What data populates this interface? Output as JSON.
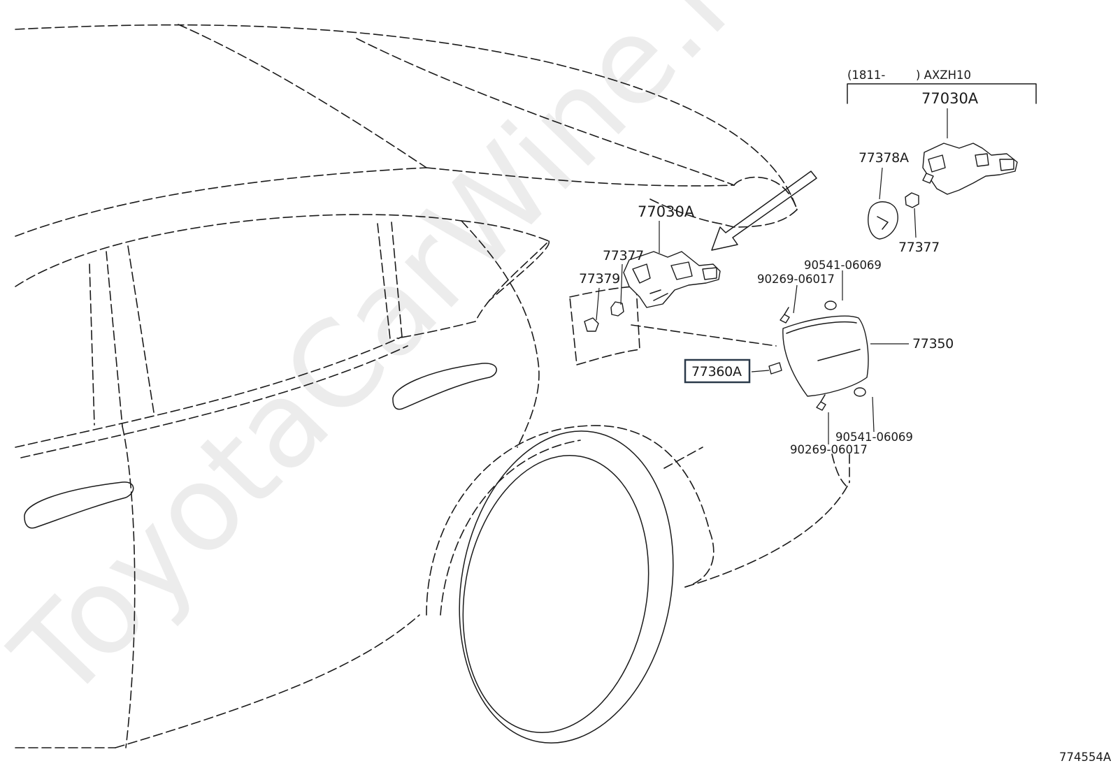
{
  "watermark": "ToyotaCarWine.ru",
  "diagram_code": "774554A",
  "variant_note": {
    "range": "(1811-",
    "model": ") AXZH10"
  },
  "labels": {
    "lock_assy_main": "77030A",
    "lock_assy_variant": "77030A",
    "cushion_main": "77377",
    "cushion_variant": "77377",
    "spring": "77379",
    "lid_spring_variant": "77378A",
    "stopper_upper": "90541-06069",
    "stopper_lower": "90541-06069",
    "screw_upper": "90269-06017",
    "screw_lower": "90269-06017",
    "fuel_lid": "77350",
    "hinge_highlighted": "77360A"
  },
  "colors": {
    "line": "#1a1a1a",
    "highlight_border": "#2b3a4a"
  }
}
